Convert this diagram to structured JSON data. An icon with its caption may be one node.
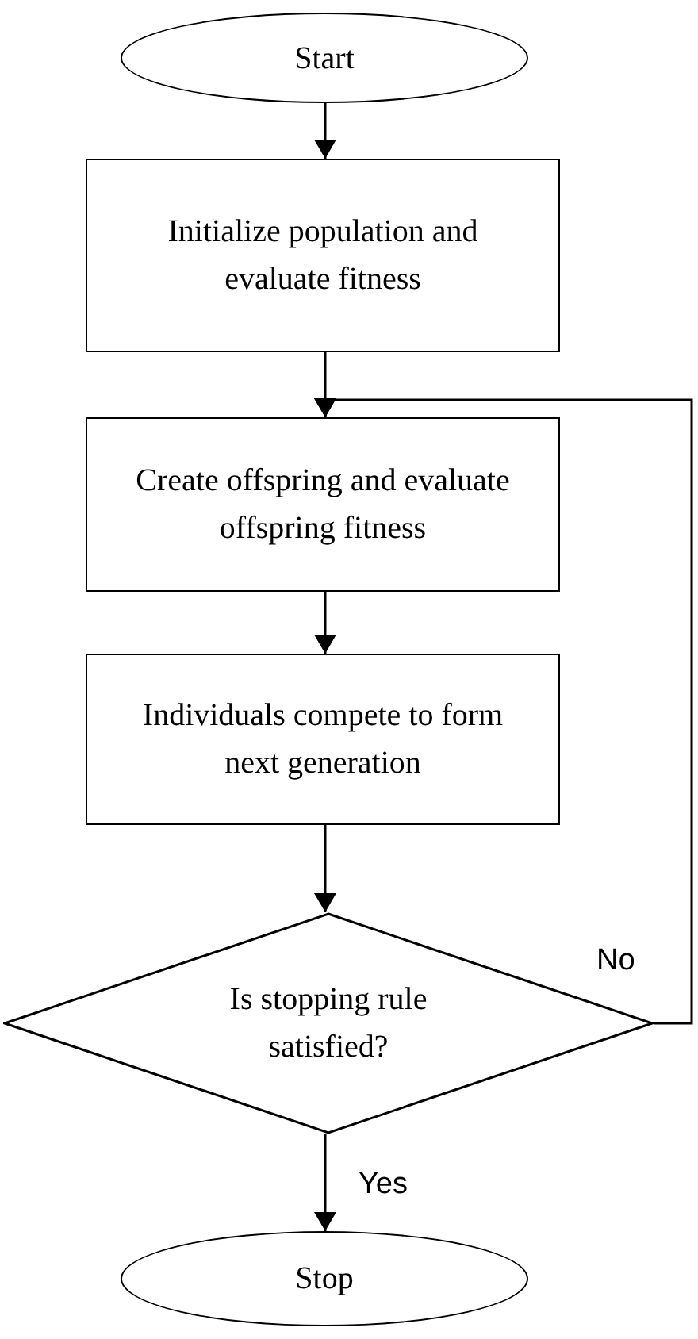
{
  "diagram": {
    "nodes": [
      {
        "text": [
          "Start"
        ]
      },
      {
        "text": [
          "Initialize population and evaluate fitness"
        ]
      },
      {
        "text": [
          "Create offspring and evaluate offspring fitness"
        ]
      },
      {
        "text": [
          "Individuals compete to form next generation"
        ]
      },
      {
        "text": [
          "Is stopping rule satisfied?"
        ]
      },
      {
        "text": [
          "Stop"
        ]
      }
    ],
    "edges": [
      {
        "from": 0,
        "to": 1,
        "arrow": "to"
      },
      {
        "from": 1,
        "to": 2,
        "arrow": "to"
      },
      {
        "from": 2,
        "to": 3,
        "arrow": "to"
      },
      {
        "from": 3,
        "to": 4,
        "arrow": "to"
      },
      {
        "from": 4,
        "to": 2,
        "arrow": "to",
        "label": "No"
      },
      {
        "from": 4,
        "to": 5,
        "arrow": "to",
        "label": "Yes"
      }
    ]
  }
}
